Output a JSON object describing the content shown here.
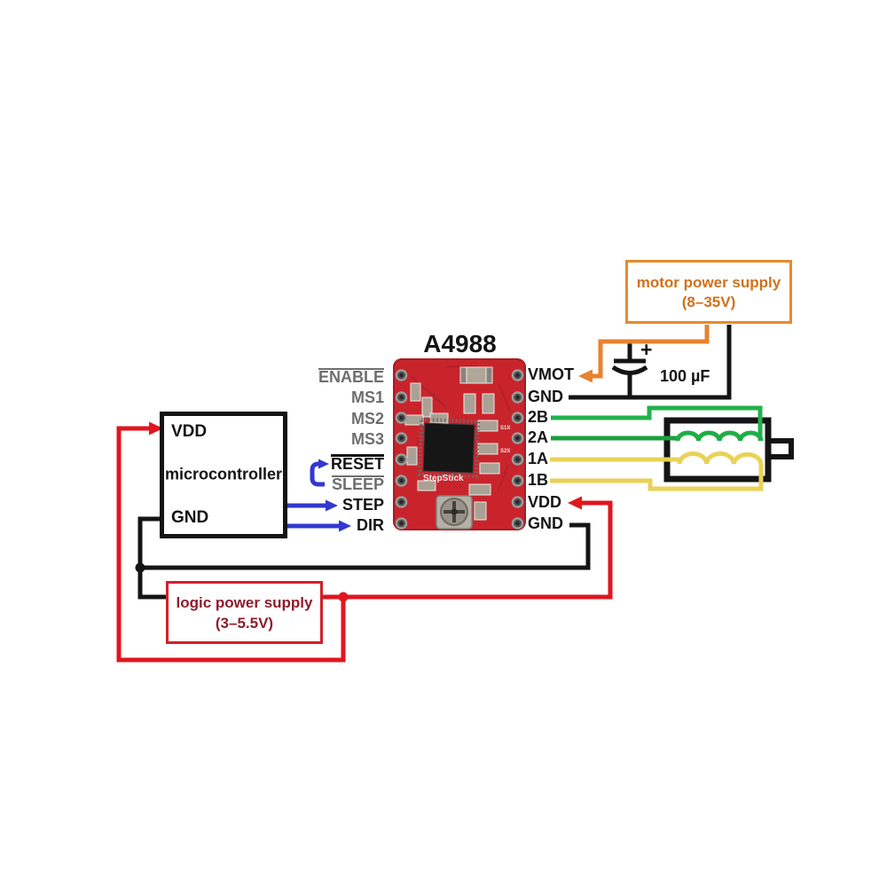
{
  "board": {
    "title": "A4988",
    "silkscreen": "StepStick",
    "markings": [
      "S1X",
      "S2X"
    ],
    "left_pins": [
      {
        "label": "ENABLE",
        "overline": true,
        "active": false
      },
      {
        "label": "MS1",
        "overline": false,
        "active": false
      },
      {
        "label": "MS2",
        "overline": false,
        "active": false
      },
      {
        "label": "MS3",
        "overline": false,
        "active": false
      },
      {
        "label": "RESET",
        "overline": true,
        "active": true
      },
      {
        "label": "SLEEP",
        "overline": true,
        "active": false
      },
      {
        "label": "STEP",
        "overline": false,
        "active": true
      },
      {
        "label": "DIR",
        "overline": false,
        "active": true
      }
    ],
    "right_pins": [
      {
        "label": "VMOT"
      },
      {
        "label": "GND"
      },
      {
        "label": "2B"
      },
      {
        "label": "2A"
      },
      {
        "label": "1A"
      },
      {
        "label": "1B"
      },
      {
        "label": "VDD"
      },
      {
        "label": "GND"
      }
    ]
  },
  "microcontroller": {
    "label": "microcontroller",
    "vdd": "VDD",
    "gnd": "GND"
  },
  "motor_power_supply": {
    "title": "motor power supply",
    "range": "(8–35V)"
  },
  "logic_power_supply": {
    "title": "logic power supply",
    "range": "(3–5.5V)"
  },
  "capacitor": {
    "value": "100 µF",
    "polarity": "+"
  },
  "motor": {
    "coil_top": "green (2B–2A)",
    "coil_bottom": "yellow (1A–1B)"
  },
  "colors": {
    "wire_black": "#141414",
    "wire_red": "#e0161f",
    "wire_blue": "#3238d0",
    "wire_green_2b": "#22b24c",
    "wire_green_2a": "#1aa03c",
    "wire_yellow": "#e9d257",
    "wire_orange": "#e8822e",
    "board_red": "#c9242c",
    "label_gray": "#6e6e6e",
    "motor_supply_text": "#cf711c",
    "logic_supply_text": "#8e1c2c"
  }
}
